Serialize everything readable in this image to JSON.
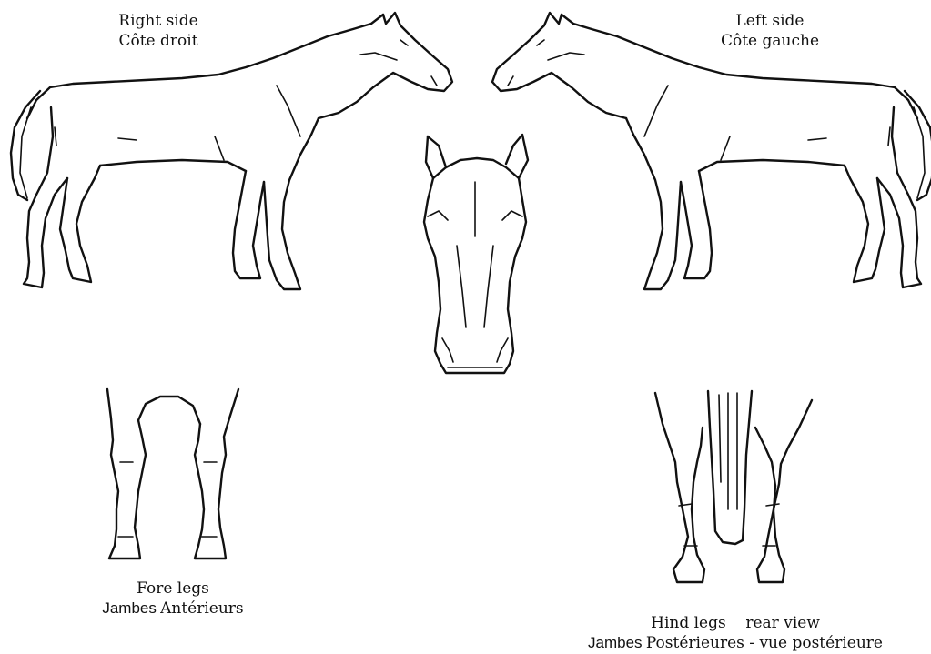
{
  "labels": {
    "right_side": {
      "en": "Right side",
      "fr": "Côte droit"
    },
    "left_side": {
      "en": "Left side",
      "fr": "Côte gauche"
    },
    "fore_legs": {
      "en": "Fore legs",
      "fr_prefix": "Jambes",
      "fr_rest": "Antérieurs"
    },
    "hind_legs": {
      "en": "Hind legs",
      "en_view": "rear view",
      "fr_prefix": "Jambes",
      "fr_rest": "Postérieures - vue postérieure"
    }
  },
  "style": {
    "line_color": "#111111",
    "background": "#ffffff"
  },
  "figures": [
    "horse-right-side",
    "horse-left-side",
    "horse-head-front",
    "fore-legs-front",
    "hind-legs-rear"
  ]
}
